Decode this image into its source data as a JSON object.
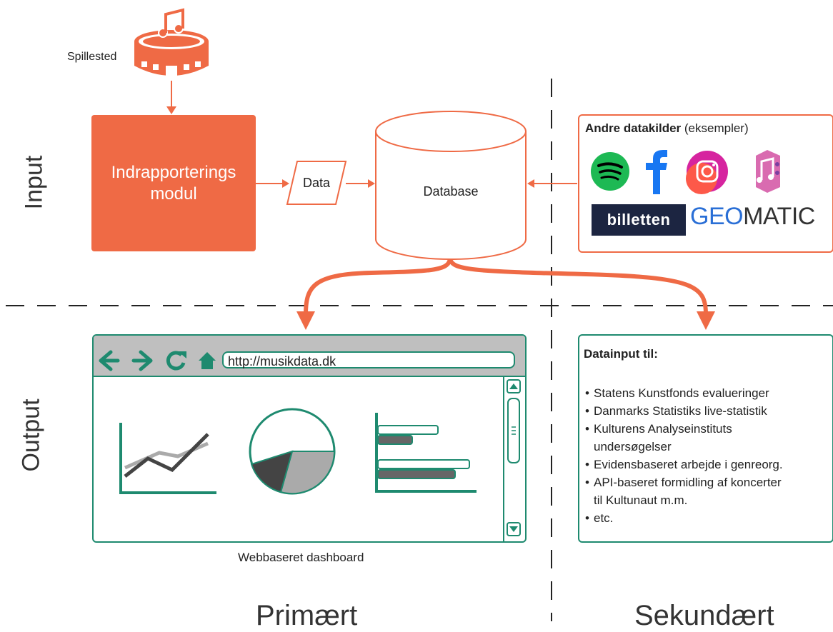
{
  "axes": {
    "input_label": "Input",
    "output_label": "Output",
    "primary_label": "Primært",
    "secondary_label": "Sekundært"
  },
  "venue": {
    "label": "Spillested",
    "icon": "music-venue-icon"
  },
  "module": {
    "line1": "Indrapporterings",
    "line2": "modul"
  },
  "data_node": {
    "label": "Data"
  },
  "database": {
    "label": "Database"
  },
  "sources": {
    "title_bold": "Andre datakilder",
    "title_rest": " (eksempler)",
    "logos": [
      "spotify-icon",
      "facebook-icon",
      "instagram-icon",
      "music-ai-icon"
    ],
    "billetten": "billetten",
    "geomatic_accent": "GEO",
    "geomatic_rest": "MATIC"
  },
  "dashboard": {
    "url": "http://musikdata.dk",
    "caption": "Webbaseret dashboard"
  },
  "output_box": {
    "title": "Datainput til:",
    "items": [
      "Statens Kunstfonds evalueringer",
      "Danmarks Statistiks live-statistik",
      "Kulturens Analyseinstituts",
      "undersøgelser",
      "Evidensbaseret arbejde i genreorg.",
      "API-baseret formidling af koncerter",
      "til Kultunaut m.m.",
      "etc."
    ]
  },
  "colors": {
    "orange": "#ef6a45",
    "teal": "#1e8a6f",
    "gray": "#bfbfbf",
    "dark": "#444444"
  }
}
